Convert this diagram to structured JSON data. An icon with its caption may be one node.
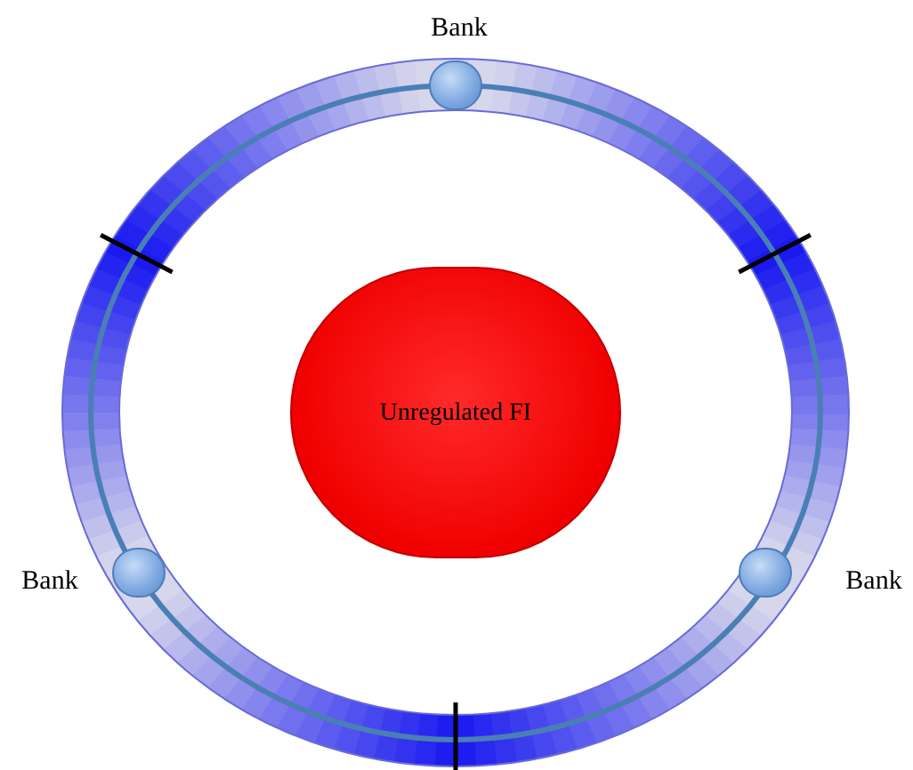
{
  "diagram": {
    "nodes": [
      {
        "text": [
          "Unregulated FI"
        ]
      },
      {
        "text": [],
        "shape": "circle",
        "beside": [
          "Bank"
        ]
      },
      {
        "text": [],
        "shape": "circle",
        "beside": [
          "Bank"
        ]
      },
      {
        "text": [],
        "shape": "circle",
        "beside": [
          "Bank"
        ]
      }
    ]
  }
}
